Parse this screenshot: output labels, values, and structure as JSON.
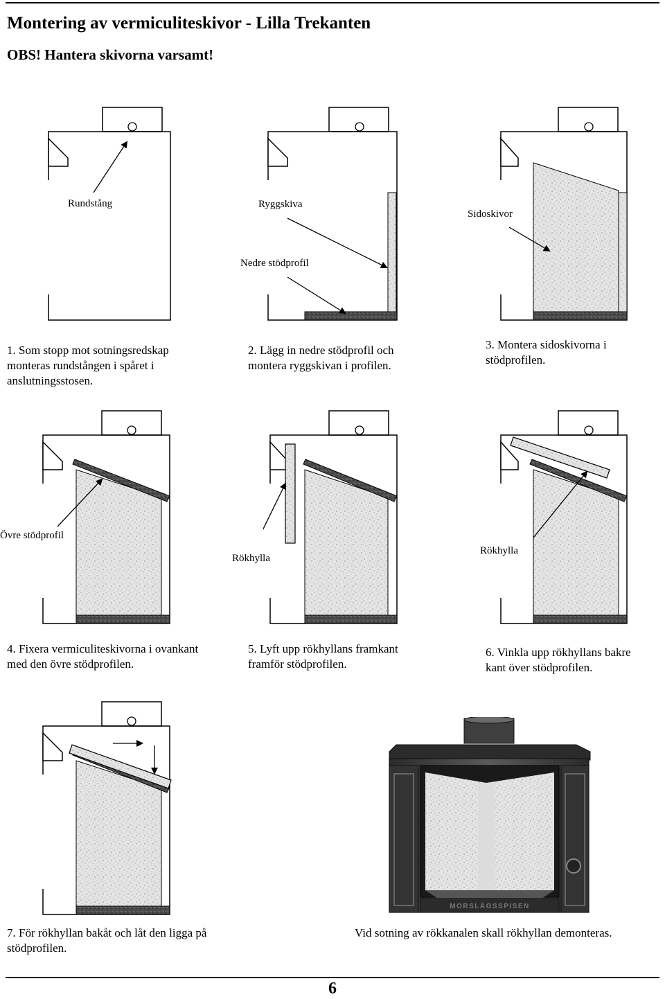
{
  "title": "Montering av vermiculiteskivor - Lilla Trekanten",
  "warning": "OBS! Hantera skivorna varsamt!",
  "labels": {
    "rundstang": "Rundstång",
    "ryggskiva": "Ryggskiva",
    "sidoskivor": "Sidoskivor",
    "nedre_stodprofil": "Nedre stödprofil",
    "ovre_stodprofil": "Övre stödprofil",
    "rokhylla_5": "Rökhylla",
    "rokhylla_6": "Rökhylla"
  },
  "steps": [
    {
      "caption": "1. Som stopp mot sotningsredskap monteras rundstången i spåret i anslutningsstosen."
    },
    {
      "caption": "2. Lägg in nedre stödprofil och montera ryggskivan i profilen."
    },
    {
      "caption": "3. Montera sidoskivorna i stödprofilen."
    },
    {
      "caption": "4. Fixera vermiculiteskivorna i ovankant med den övre stödprofilen."
    },
    {
      "caption": "5. Lyft upp rökhyllans framkant framför stödprofilen."
    },
    {
      "caption": "6. Vinkla upp rökhyllans bakre kant över stödprofilen."
    },
    {
      "caption": "7. För rökhyllan bakåt och låt den ligga på stödprofilen."
    }
  ],
  "stove_caption": "Vid sotning av rökkanalen skall rökhyllan demonteras.",
  "stove_brand": "MORSLÄGSSPISEN",
  "page_number": "6"
}
